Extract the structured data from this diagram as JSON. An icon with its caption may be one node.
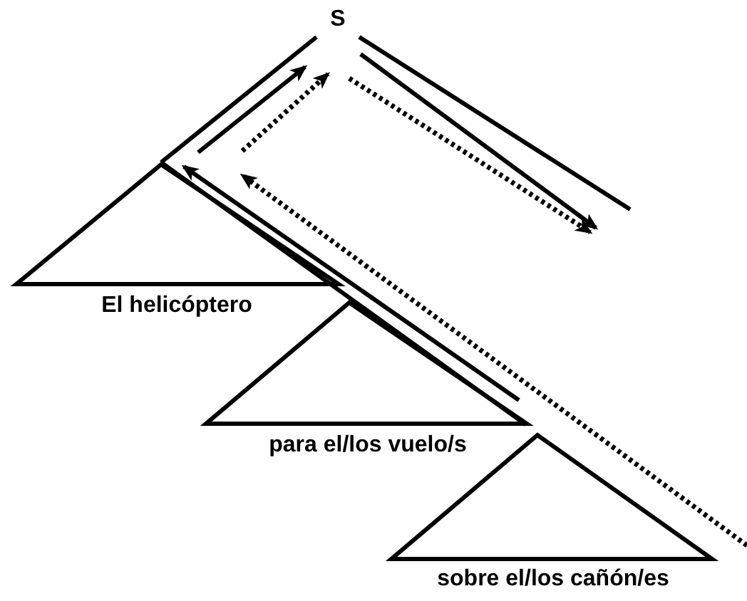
{
  "diagram": {
    "nodes": [
      {
        "text": [
          "S"
        ]
      },
      {
        "text": [],
        "shape": "triangle",
        "beside": [
          "El helicóptero"
        ]
      },
      {
        "text": [],
        "shape": "triangle",
        "beside": [
          "para el/los vuelo/s"
        ]
      },
      {
        "text": [],
        "shape": "triangle",
        "beside": [
          "sobre el/los cañón/es"
        ]
      }
    ],
    "edges": [
      {
        "from": 0,
        "to": 1,
        "arrow": "none"
      },
      {
        "from": 0,
        "to": null,
        "arrow": "none"
      },
      {
        "from": 1,
        "to": 3,
        "arrow": "none"
      }
    ]
  }
}
